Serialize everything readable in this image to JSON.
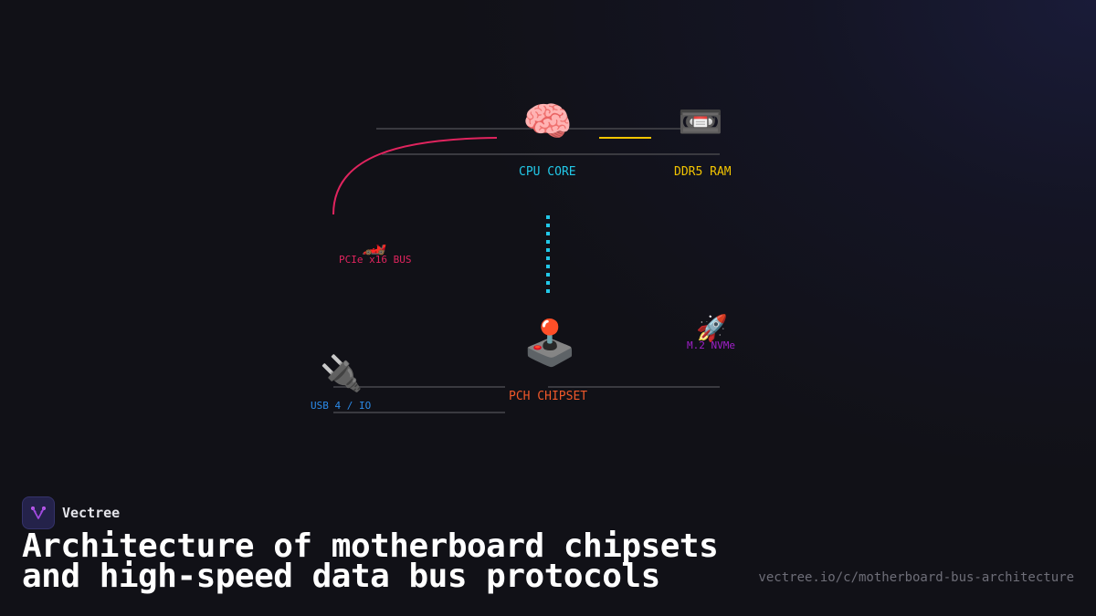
{
  "colors": {
    "background": "#111117",
    "cpu": "#22c8e8",
    "ram": "#f2c400",
    "pcie": "#e0245e",
    "chipset": "#f0582a",
    "usb": "#2b8ae8",
    "nvme": "#a020c8",
    "trace": "#3a3a40"
  },
  "nodes": {
    "cpu": {
      "icon": "brain-icon",
      "glyph": "🧠",
      "label": "CPU CORE"
    },
    "ram": {
      "icon": "vhs-cassette-icon",
      "glyph": "📼",
      "label": "DDR5 RAM"
    },
    "pcie": {
      "icon": "race-car-icon",
      "glyph": "🏎️",
      "label": "PCIe x16 BUS"
    },
    "chipset": {
      "icon": "joystick-icon",
      "glyph": "🕹️",
      "label": "PCH CHIPSET"
    },
    "nvme": {
      "icon": "rocket-icon",
      "glyph": "🚀",
      "label": "M.2 NVMe"
    },
    "usb": {
      "icon": "plug-icon",
      "glyph": "🔌",
      "label": "USB 4 / IO"
    }
  },
  "footer": {
    "brand": "Vectree",
    "title_line1": "Architecture of motherboard chipsets",
    "title_line2": "and high-speed data bus protocols",
    "url": "vectree.io/c/motherboard-bus-architecture"
  }
}
